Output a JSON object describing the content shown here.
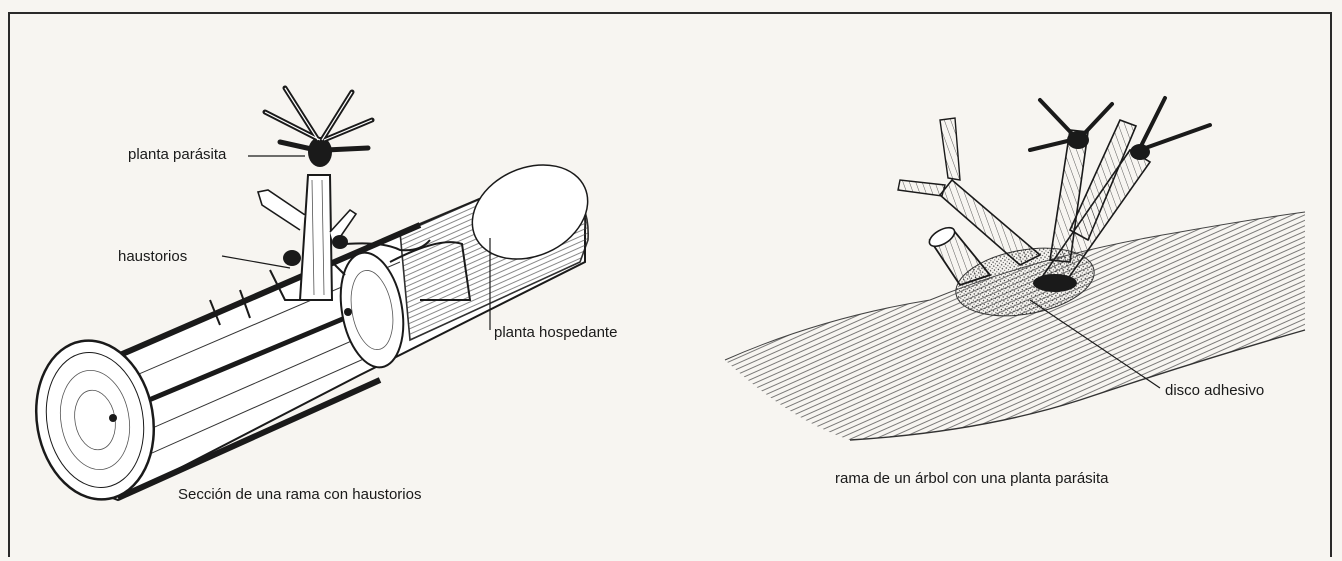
{
  "left_panel": {
    "label_parasite": "planta parásita",
    "label_haustoria": "haustorios",
    "label_host": "planta hospedante",
    "caption": "Sección de una rama con haustorios"
  },
  "right_panel": {
    "label_disc": "disco adhesivo",
    "caption": "rama de un árbol con una planta parásita"
  }
}
